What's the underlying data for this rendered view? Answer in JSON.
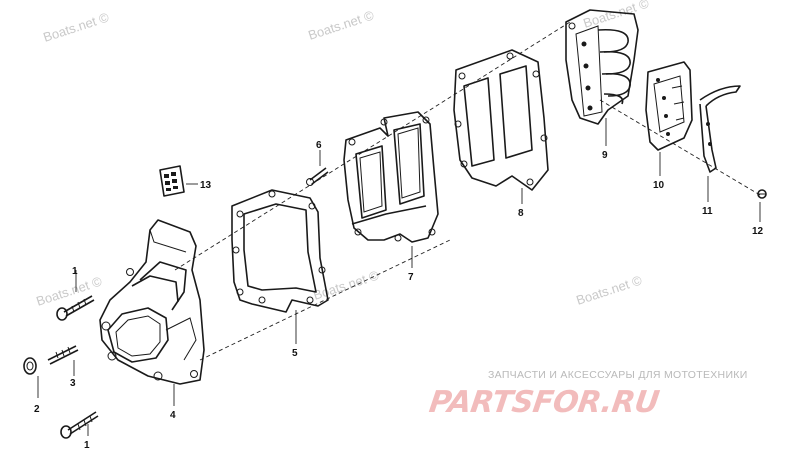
{
  "watermarks": [
    "Boats.net ©",
    "Boats.net ©",
    "Boats.net ©",
    "Boats.net ©",
    "Boats.net ©",
    "Boats.net ©"
  ],
  "advert": {
    "subtitle": "ЗАПЧАСТИ И АКСЕССУАРЫ ДЛЯ МОТОТЕХНИКИ",
    "logo": "PARTSFOR.RU",
    "color": "#e07070"
  },
  "callouts": [
    {
      "id": "1",
      "label": "1"
    },
    {
      "id": "1b",
      "label": "1"
    },
    {
      "id": "2",
      "label": "2"
    },
    {
      "id": "3",
      "label": "3"
    },
    {
      "id": "4",
      "label": "4"
    },
    {
      "id": "5",
      "label": "5"
    },
    {
      "id": "6",
      "label": "6"
    },
    {
      "id": "7",
      "label": "7"
    },
    {
      "id": "8",
      "label": "8"
    },
    {
      "id": "9",
      "label": "9"
    },
    {
      "id": "10",
      "label": "10"
    },
    {
      "id": "11",
      "label": "11"
    },
    {
      "id": "12",
      "label": "12"
    },
    {
      "id": "13",
      "label": "13"
    }
  ]
}
